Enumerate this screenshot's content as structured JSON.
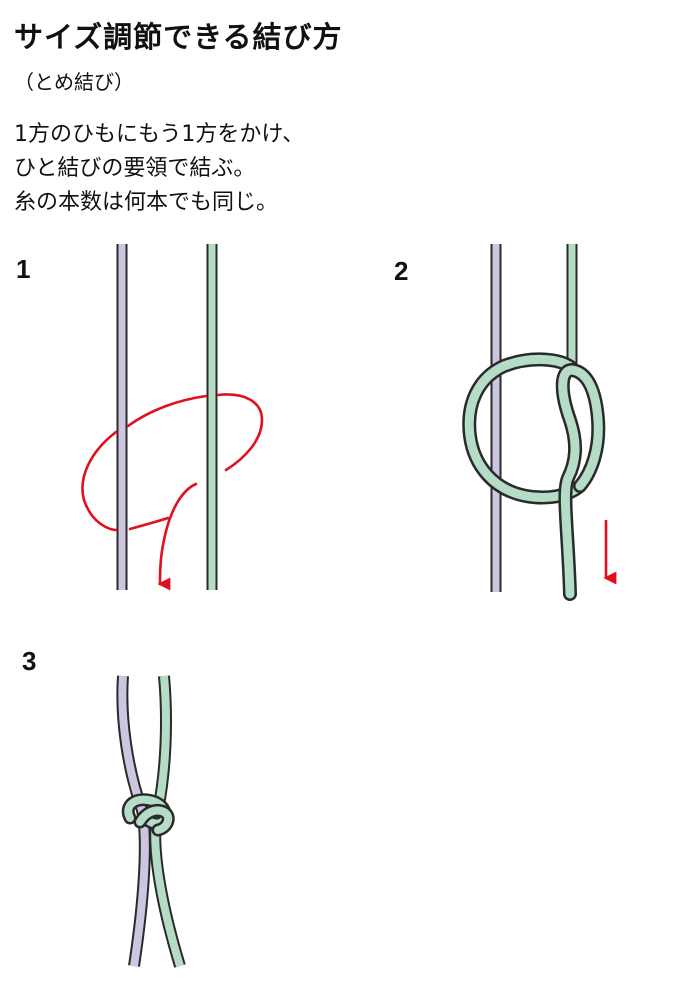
{
  "title": "サイズ調節できる結び方",
  "subtitle": "（とめ結び）",
  "instructions": [
    "1方のひもにもう1方をかけ、",
    "ひと結びの要領で結ぶ。",
    "糸の本数は何本でも同じ。"
  ],
  "steps": [
    {
      "number": "1"
    },
    {
      "number": "2"
    },
    {
      "number": "3"
    }
  ],
  "colors": {
    "cord_purple": "#cdc6e0",
    "cord_green": "#b4dcc6",
    "outline": "#2a2a2a",
    "arrow": "#e0101e"
  }
}
